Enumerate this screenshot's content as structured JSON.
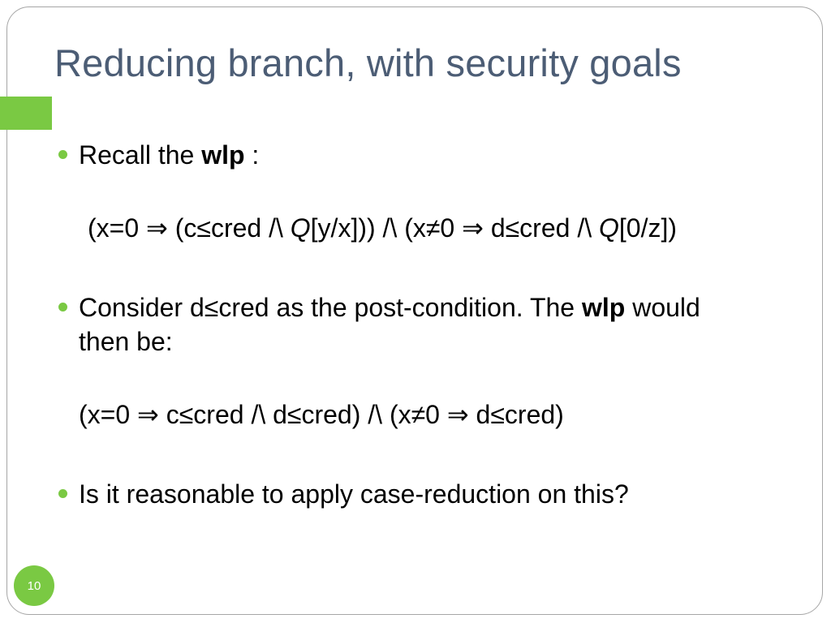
{
  "slide": {
    "title": "Reducing branch, with security goals",
    "page_number": "10",
    "colors": {
      "title": "#4c5d75",
      "accent": "#7ac943",
      "frame": "#a6a6a6"
    }
  },
  "bullets": [
    {
      "pre": "Recall the ",
      "bold": "wlp",
      "post": " :"
    },
    {
      "line1_pre": "Consider d≤cred as the post-condition. The ",
      "line1_bold": "wlp",
      "line1_post": " would",
      "line2": "then be:"
    },
    {
      "text": "Is it reasonable to apply case-reduction on this?"
    }
  ],
  "formulas": {
    "f1_a": "(x=0 ⇒ (c≤cred /\\ ",
    "f1_q1": "Q",
    "f1_b": "[y/x]))   /\\   (x≠0 ⇒ d≤cred /\\ ",
    "f1_q2": "Q",
    "f1_c": "[0/z])",
    "f2": "(x=0 ⇒ c≤cred /\\ d≤cred)   /\\   (x≠0 ⇒ d≤cred)"
  }
}
